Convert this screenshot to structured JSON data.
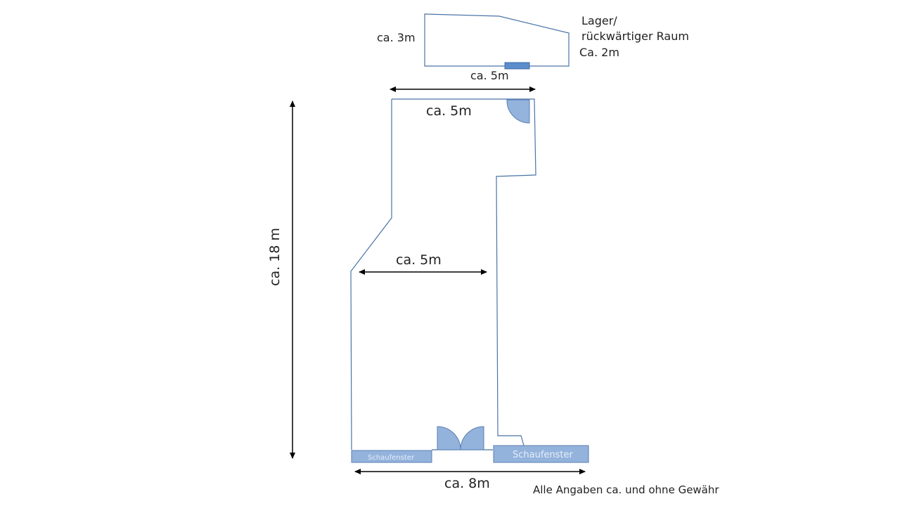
{
  "diagram": {
    "type": "floor-plan",
    "colors": {
      "wall": "#4a74a8",
      "fixture_fill": "#93b3dd",
      "fixture_stroke": "#5b7fb0",
      "door_small": "#5b8ccc",
      "dimension": "#000000",
      "text": "#222222"
    },
    "storage_room": {
      "title_line1": "Lager/",
      "title_line2": "rückwärtiger Raum",
      "left_dim": "ca. 3m",
      "right_dim": "Ca. 2m",
      "bottom_dim": "ca. 5m"
    },
    "main_room": {
      "top_width": "ca. 5m",
      "middle_width": "ca. 5m",
      "total_length": "ca. 18 m",
      "front_width": "ca. 8m"
    },
    "windows": {
      "left": "Schaufenster",
      "right": "Schaufenster"
    },
    "disclaimer": "Alle Angaben ca. und ohne Gewähr"
  }
}
